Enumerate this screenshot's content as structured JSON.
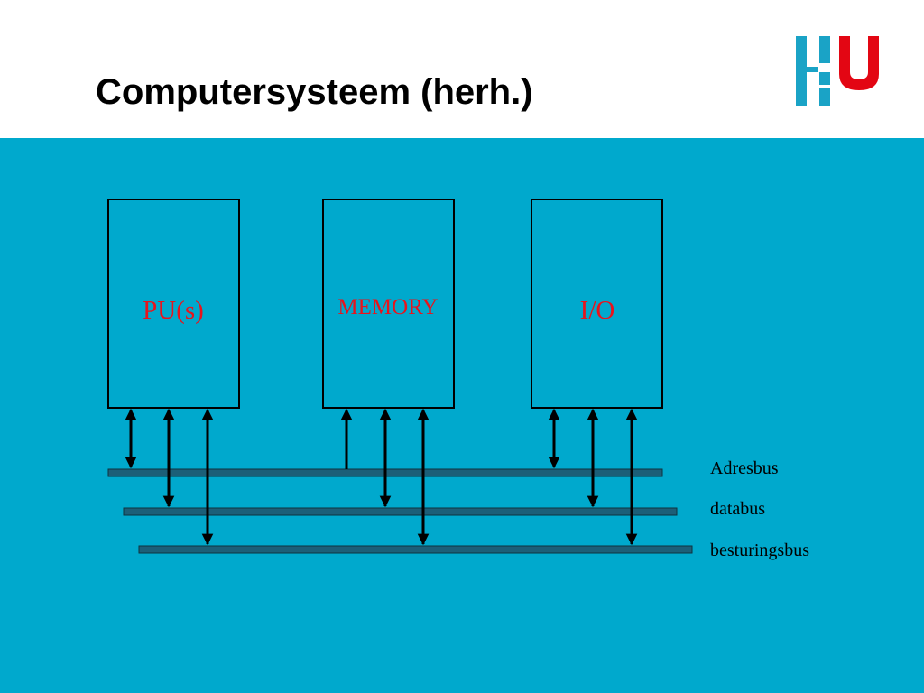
{
  "slide": {
    "title": "Computersysteem (herh.)"
  },
  "logo": {
    "icon": "hu-logo-icon",
    "colors": {
      "blue": "#1aa3c6",
      "red": "#e30613"
    }
  },
  "colors": {
    "background": "#00a9cd",
    "header": "#ffffff",
    "box_label": "#e8141c",
    "bus": "#1c5f78"
  },
  "diagram": {
    "components": [
      {
        "id": "pu",
        "label": "PU(s)"
      },
      {
        "id": "memory",
        "label": "MEMORY"
      },
      {
        "id": "io",
        "label": "I/O"
      }
    ],
    "buses": [
      {
        "id": "adres",
        "label": "Adresbus"
      },
      {
        "id": "data",
        "label": "databus"
      },
      {
        "id": "besturing",
        "label": "besturingsbus"
      }
    ]
  }
}
